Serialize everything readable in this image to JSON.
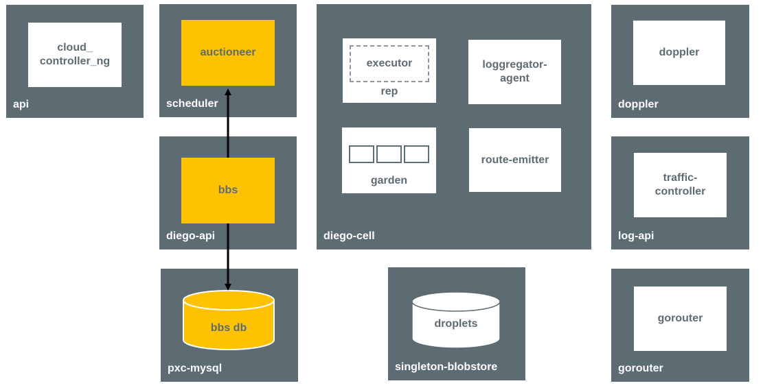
{
  "colors": {
    "vm_background": "#5d6b73",
    "component_background": "#ffffff",
    "highlight": "#ffc200",
    "text": "#5d6b73",
    "arrow": "#000000"
  },
  "vms": {
    "api": {
      "label": "api",
      "components": {
        "cloud_controller": "cloud_\ncontroller_ng"
      }
    },
    "scheduler": {
      "label": "scheduler",
      "components": {
        "auctioneer": "auctioneer"
      }
    },
    "diego_api": {
      "label": "diego-api",
      "components": {
        "bbs": "bbs"
      }
    },
    "pxc_mysql": {
      "label": "pxc-mysql",
      "components": {
        "bbs_db": "bbs db"
      }
    },
    "diego_cell": {
      "label": "diego-cell",
      "components": {
        "executor": "executor",
        "rep": "rep",
        "loggregator_agent": "loggregator-\nagent",
        "garden": "garden",
        "route_emitter": "route-emitter"
      }
    },
    "singleton_blobstore": {
      "label": "singleton-blobstore",
      "components": {
        "droplets": "droplets"
      }
    },
    "doppler": {
      "label": "doppler",
      "components": {
        "doppler": "doppler"
      }
    },
    "log_api": {
      "label": "log-api",
      "components": {
        "traffic_controller": "traffic-\ncontroller"
      }
    },
    "gorouter": {
      "label": "gorouter",
      "components": {
        "gorouter": "gorouter"
      }
    }
  }
}
